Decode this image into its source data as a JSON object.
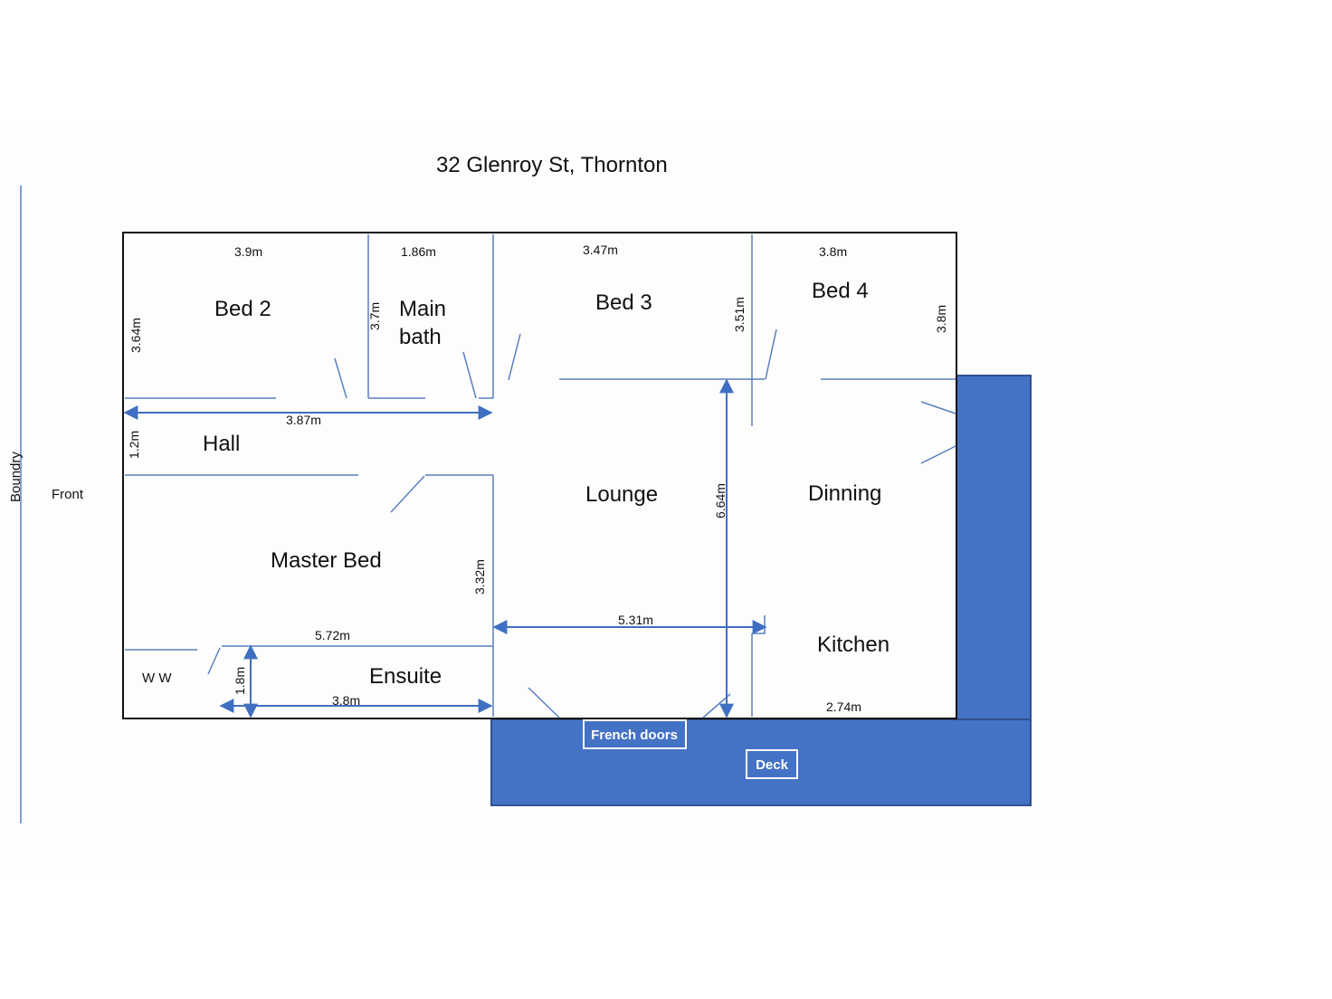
{
  "title": "32 Glenroy St, Thornton",
  "labels": {
    "boundary": "Boundry",
    "front": "Front",
    "french_doors": "French doors",
    "deck": "Deck"
  },
  "rooms": {
    "bed2": "Bed 2",
    "main_bath_line1": "Main",
    "main_bath_line2": "bath",
    "bed3": "Bed 3",
    "bed4": "Bed 4",
    "hall": "Hall",
    "lounge": "Lounge",
    "dinning": "Dinning",
    "master_bed": "Master Bed",
    "kitchen": "Kitchen",
    "ensuite": "Ensuite",
    "ww": "W W"
  },
  "dimensions": {
    "bed2_width": "3.9m",
    "bath_width": "1.86m",
    "bed3_width": "3.47m",
    "bed4_width": "3.8m",
    "bed2_height": "3.64m",
    "bath_height": "3.7m",
    "bed3_height": "3.51m",
    "bed4_height": "3.8m",
    "hall_length": "3.87m",
    "hall_width": "1.2m",
    "lounge_height": "6.64m",
    "master_height": "3.32m",
    "master_width": "5.72m",
    "lounge_width": "5.31m",
    "ensuite_height": "1.8m",
    "ensuite_width": "3.8m",
    "kitchen_width": "2.74m"
  },
  "colors": {
    "wall": "#5b7fc0",
    "arrow": "#3f6fc1",
    "deck": "#4472c4",
    "deck_border": "#2f528f",
    "outline": "#111111"
  }
}
